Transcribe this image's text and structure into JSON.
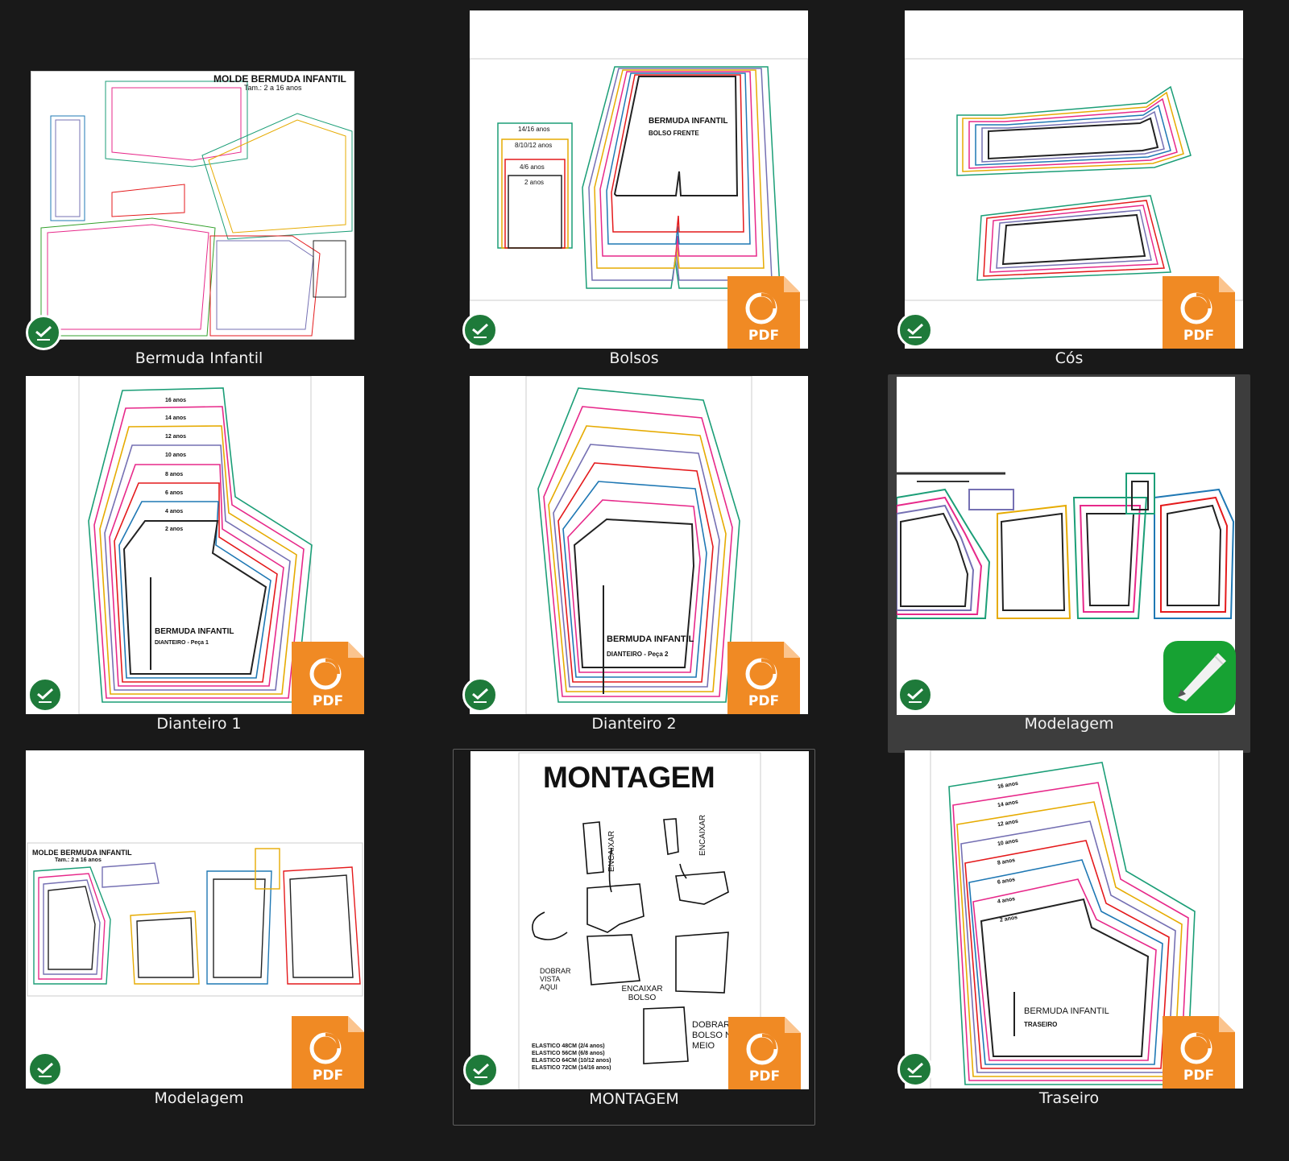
{
  "files": [
    {
      "name": "Bermuda Infantil",
      "type": "pdf-pattern-sheet",
      "title": "MOLDE BERMUDA INFANTIL",
      "subtitle": "Tam.: 2 a 16 anos",
      "status": "synced"
    },
    {
      "name": "Bolsos",
      "type": "pdf",
      "title": "BERMUDA INFANTIL",
      "subtitle": "BOLSO FRENTE",
      "sizes": [
        "14/16 anos",
        "8/10/12 anos",
        "4/6 anos",
        "2 anos"
      ],
      "status": "synced"
    },
    {
      "name": "Cós",
      "type": "pdf",
      "title": "BERMUDA INFANTIL",
      "status": "synced"
    },
    {
      "name": "Dianteiro 1",
      "type": "pdf",
      "title": "BERMUDA INFANTIL",
      "subtitle": "DIANTEIRO - Peça 1",
      "sizes": [
        "16 anos",
        "14 anos",
        "12 anos",
        "10 anos",
        "8 anos",
        "6 anos",
        "4 anos",
        "2 anos"
      ],
      "status": "synced"
    },
    {
      "name": "Dianteiro 2",
      "type": "pdf",
      "title": "BERMUDA INFANTIL",
      "subtitle": "DIANTEIRO - Peça 2",
      "status": "synced"
    },
    {
      "name": "Modelagem",
      "type": "drawing",
      "status": "synced",
      "selected": true
    },
    {
      "name": "Modelagem",
      "type": "pdf",
      "title": "MOLDE BERMUDA INFANTIL",
      "subtitle": "Tam.: 2 a 16 anos",
      "status": "synced"
    },
    {
      "name": "MONTAGEM",
      "type": "pdf",
      "title": "MONTAGEM",
      "notes": [
        "ENCAIXAR",
        "ENCAIXAR",
        "DOBRAR VISTA AQUI",
        "ENCAIXAR BOLSO",
        "DOBRAR O BOLSO NO MEIO"
      ],
      "elastic": [
        "ELASTICO 48CM (2/4 anos)",
        "ELASTICO 56CM (6/8 anos)",
        "ELASTICO 64CM (10/12 anos)",
        "ELASTICO 72CM (14/16 anos)"
      ],
      "status": "synced",
      "focused": true
    },
    {
      "name": "Traseiro",
      "type": "pdf",
      "title": "BERMUDA INFANTIL",
      "subtitle": "TRASEIRO",
      "sizes": [
        "16 anos",
        "14 anos",
        "12 anos",
        "10 anos",
        "8 anos",
        "6 anos",
        "4 anos",
        "2 anos"
      ],
      "status": "synced"
    }
  ],
  "badges": {
    "pdf_label": "PDF"
  },
  "colors": {
    "background": "#191919",
    "pdf_orange": "#f08a24",
    "sync_green": "#1e7a3a",
    "pattern_lines": [
      "#1b9e77",
      "#e7298a",
      "#7570b3",
      "#e6ab02",
      "#e41a1c",
      "#1f78b4",
      "#33a02c",
      "#222222"
    ]
  }
}
